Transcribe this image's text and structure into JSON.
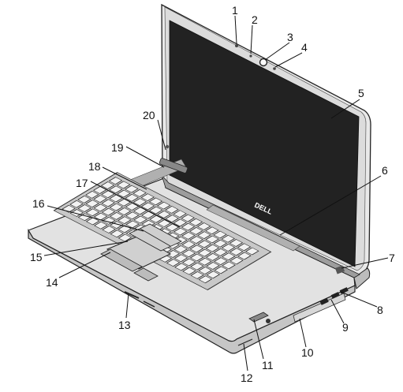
{
  "figure": {
    "brand_logo": "DELL",
    "callouts": [
      "1",
      "2",
      "3",
      "4",
      "5",
      "6",
      "7",
      "8",
      "9",
      "10",
      "11",
      "12",
      "13",
      "14",
      "15",
      "16",
      "17",
      "18",
      "19",
      "20"
    ]
  }
}
